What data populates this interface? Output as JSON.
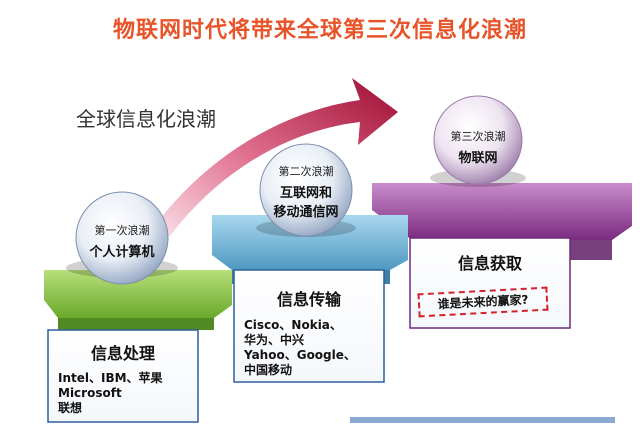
{
  "title": "物联网时代将带来全球第三次信息化浪潮",
  "global_wave_label": "全球信息化浪潮",
  "stages": [
    {
      "wave": "第一次浪潮",
      "name": "个人计算机",
      "category": "信息处理",
      "examples": [
        "Intel、IBM、苹果",
        "Microsoft",
        "联想"
      ]
    },
    {
      "wave": "第二次浪潮",
      "name_lines": [
        "互联网和",
        "移动通信网"
      ],
      "category": "信息传输",
      "examples": [
        "Cisco、Nokia、",
        "华为、中兴",
        "Yahoo、Google、",
        "中国移动"
      ]
    },
    {
      "wave": "第三次浪潮",
      "name": "物联网",
      "category": "信息获取",
      "question": "谁是未来的赢家?"
    }
  ],
  "colors": {
    "title": "#e8542a",
    "arrow": "#b0103c",
    "step1": "#7ab83a",
    "step2": "#5aa3c9",
    "step3": "#8a2f8c"
  }
}
